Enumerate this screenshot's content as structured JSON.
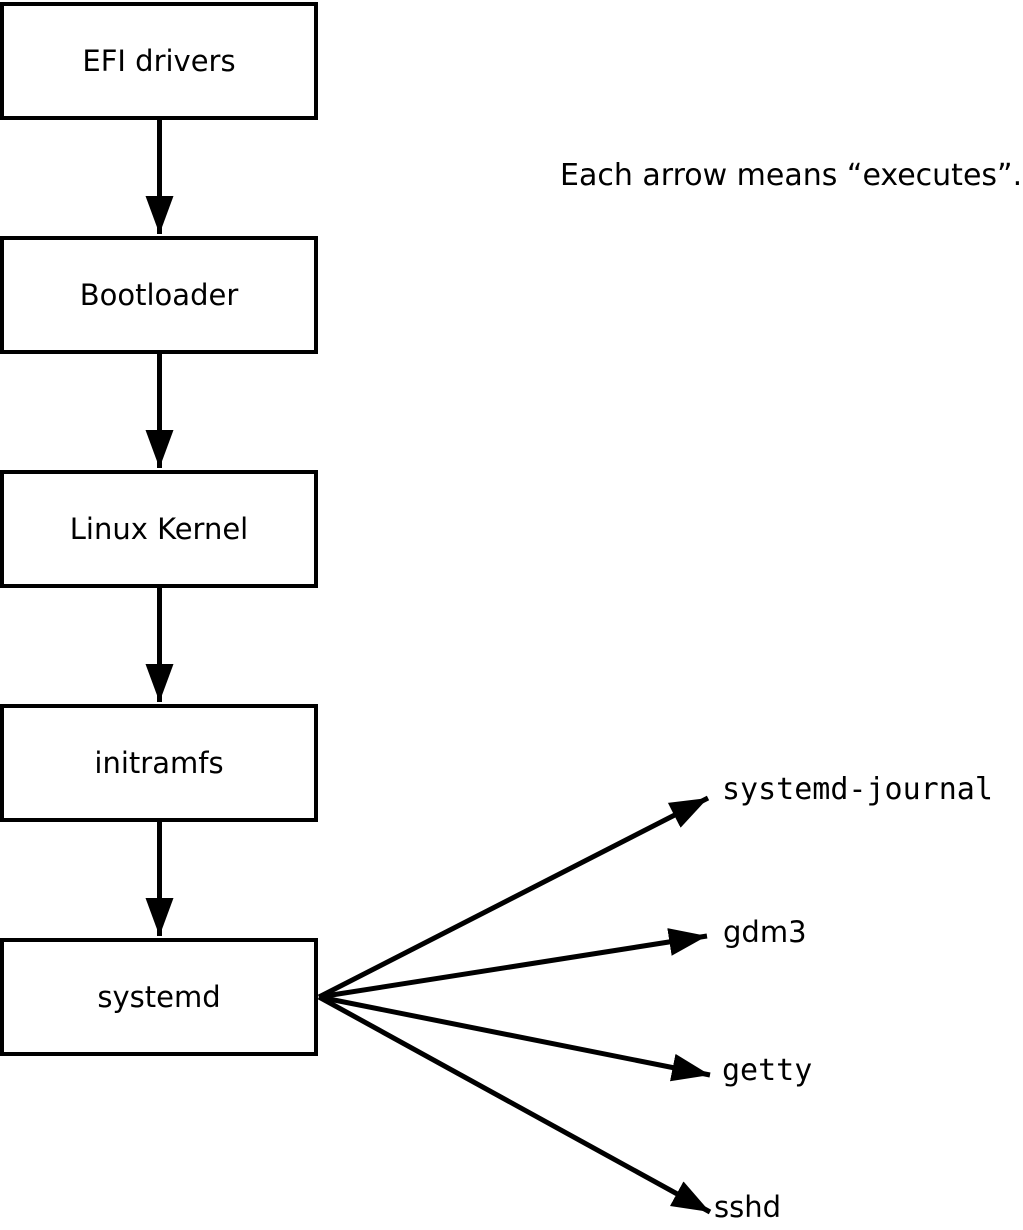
{
  "note": {
    "text": "Each arrow means “executes”."
  },
  "flow": {
    "boxes": [
      {
        "label": "EFI drivers"
      },
      {
        "label": "Bootloader"
      },
      {
        "label": "Linux Kernel"
      },
      {
        "label": "initramfs"
      },
      {
        "label": "systemd"
      }
    ],
    "children": [
      {
        "label": "systemd-journal"
      },
      {
        "label": "gdm3"
      },
      {
        "label": "getty"
      },
      {
        "label": "sshd"
      }
    ]
  },
  "colors": {
    "background": "#ffffff",
    "line": "#000000",
    "text": "#000000",
    "box_fill": "#ffffff"
  }
}
